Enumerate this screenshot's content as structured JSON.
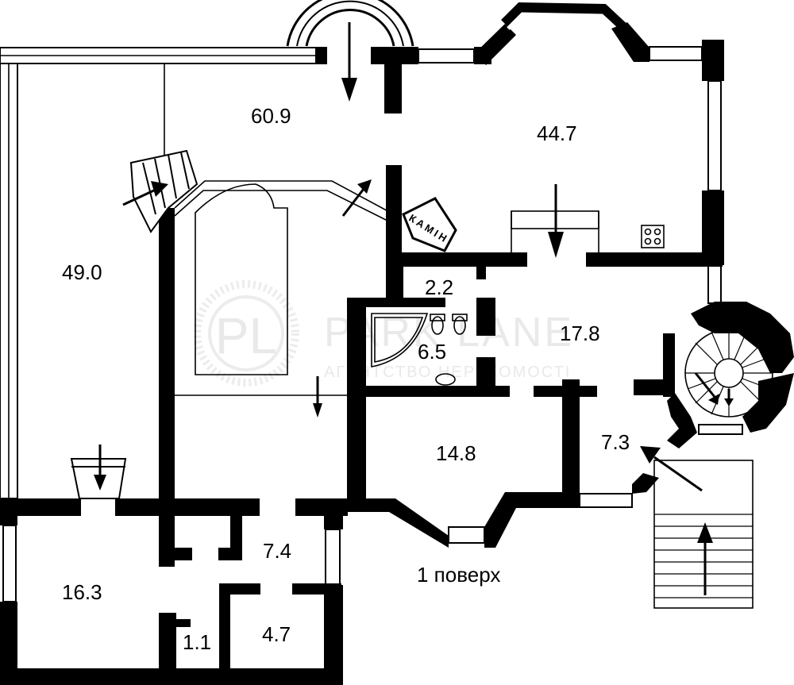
{
  "floor_label": "1 поверх",
  "rooms": [
    {
      "id": "hall",
      "area": "60.9"
    },
    {
      "id": "living",
      "area": "44.7"
    },
    {
      "id": "west",
      "area": "49.0"
    },
    {
      "id": "corridor-small",
      "area": "2.2"
    },
    {
      "id": "bathroom",
      "area": "6.5"
    },
    {
      "id": "lobby",
      "area": "17.8"
    },
    {
      "id": "room-south",
      "area": "14.8"
    },
    {
      "id": "stair-entry",
      "area": "7.3"
    },
    {
      "id": "hall-sw",
      "area": "7.4"
    },
    {
      "id": "room-sw",
      "area": "16.3"
    },
    {
      "id": "closet",
      "area": "1.1"
    },
    {
      "id": "storage",
      "area": "4.7"
    }
  ],
  "fireplace_label": "КАМІН",
  "watermark": {
    "logo": "PL",
    "name": "PARK LANE",
    "subtitle": "АГЕНТСТВО НЕРУХОМОСТІ"
  },
  "colors": {
    "wall": "#000000",
    "background": "#ffffff",
    "watermark": "#e9e9e9"
  }
}
